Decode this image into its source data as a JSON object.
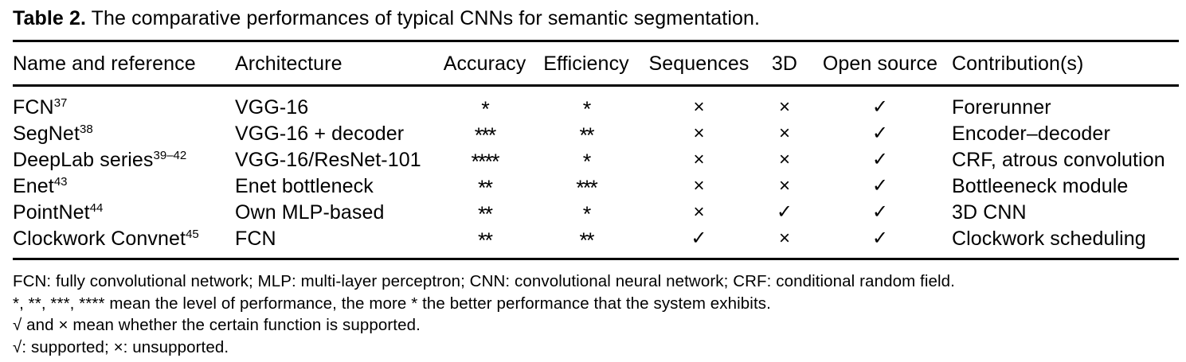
{
  "caption": {
    "label": "Table 2.",
    "text": "The comparative performances of typical CNNs for semantic segmentation."
  },
  "table": {
    "headers": [
      "Name and reference",
      "Architecture",
      "Accuracy",
      "Efficiency",
      "Sequences",
      "3D",
      "Open source",
      "Contribution(s)"
    ],
    "rows": [
      {
        "name": "FCN",
        "ref": "37",
        "architecture": "VGG-16",
        "accuracy": "*",
        "efficiency": "*",
        "sequences": "×",
        "three_d": "×",
        "open_source": "✓",
        "contribution": "Forerunner"
      },
      {
        "name": "SegNet",
        "ref": "38",
        "architecture": "VGG-16 + decoder",
        "accuracy": "***",
        "efficiency": "**",
        "sequences": "×",
        "three_d": "×",
        "open_source": "✓",
        "contribution": "Encoder–decoder"
      },
      {
        "name": "DeepLab series",
        "ref": "39–42",
        "architecture": "VGG-16/ResNet-101",
        "accuracy": "****",
        "efficiency": "*",
        "sequences": "×",
        "three_d": "×",
        "open_source": "✓",
        "contribution": "CRF, atrous convolution"
      },
      {
        "name": "Enet",
        "ref": "43",
        "architecture": "Enet bottleneck",
        "accuracy": "**",
        "efficiency": "***",
        "sequences": "×",
        "three_d": "×",
        "open_source": "✓",
        "contribution": "Bottleeneck module"
      },
      {
        "name": "PointNet",
        "ref": "44",
        "architecture": "Own MLP-based",
        "accuracy": "**",
        "efficiency": "*",
        "sequences": "×",
        "three_d": "✓",
        "open_source": "✓",
        "contribution": "3D CNN"
      },
      {
        "name": "Clockwork Convnet",
        "ref": "45",
        "architecture": "FCN",
        "accuracy": "**",
        "efficiency": "**",
        "sequences": "✓",
        "three_d": "×",
        "open_source": "✓",
        "contribution": "Clockwork scheduling"
      }
    ]
  },
  "footnotes": [
    "FCN: fully convolutional network; MLP: multi-layer perceptron; CNN: convolutional neural network; CRF: conditional random field.",
    "*, **, ***, **** mean the level of performance, the more * the better performance that the system exhibits.",
    "√ and × mean whether the certain function is supported.",
    "√: supported; ×: unsupported."
  ]
}
